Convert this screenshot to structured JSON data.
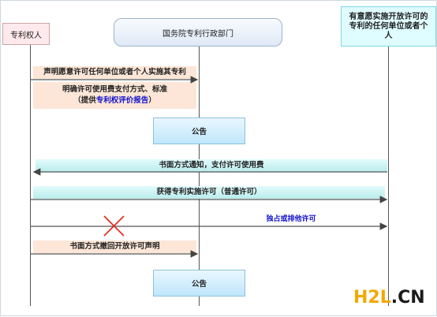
{
  "actors": {
    "patentee": "专利权人",
    "office": "国务院专利行政部门",
    "licensee_line1": "有意愿实施开放许可的",
    "licensee_line2": "专利的任何单位或者个",
    "licensee_line3": "人"
  },
  "messages": {
    "declare": "声明愿意许可任何单位或者个人实施其专利",
    "specify_prefix": "明确许可使用费支付方式、标准",
    "specify_paren_open": "（提供",
    "specify_link": "专利权评价报告",
    "specify_paren_close": "）",
    "announce1": "公告",
    "notify": "书面方式通知，支付许可使用费",
    "obtain": "获得专利实施许可（普通许可）",
    "exclusive": "独占或排他许可",
    "withdraw": "书面方式撤回开放许可声明",
    "announce2": "公告"
  },
  "logo": {
    "h2l": "H2L",
    "cn": ".CN"
  },
  "colors": {
    "peach": "#fde6d7",
    "teal": "#c9f3f3",
    "link_blue": "#1111cc",
    "cross_red": "#e0281a"
  }
}
